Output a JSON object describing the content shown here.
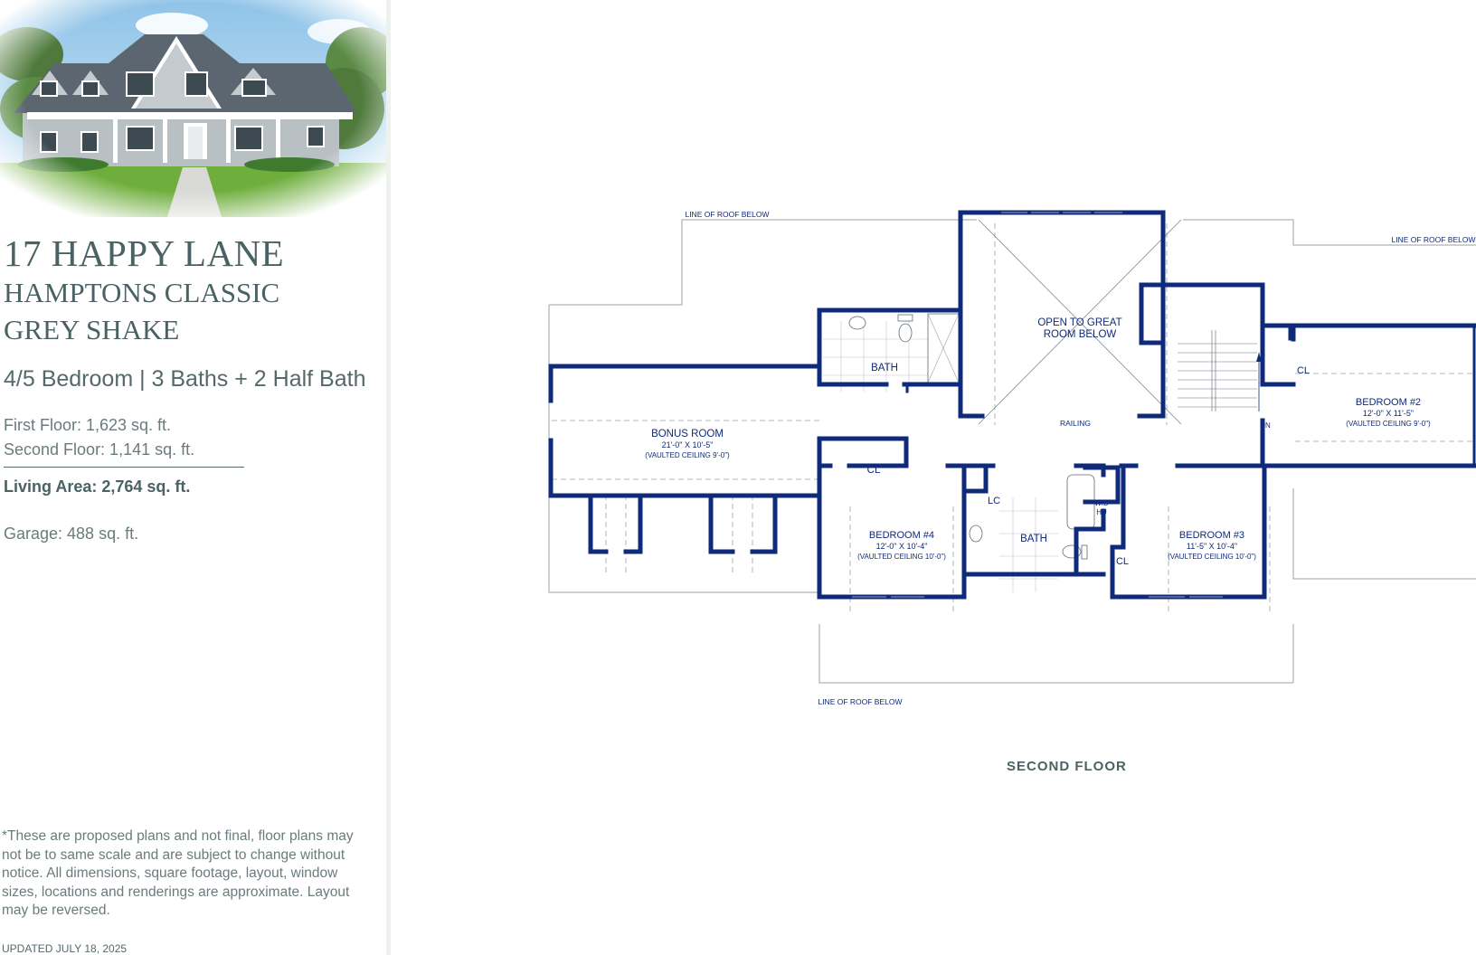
{
  "address": "17 HAPPY LANE",
  "model_line1": "HAMPTONS CLASSIC",
  "model_line2": "GREY SHAKE",
  "bedrooms_baths": "4/5 Bedroom | 3 Baths + 2 Half Bath",
  "first_floor": "First Floor: 1,623 sq. ft.",
  "second_floor": "Second Floor: 1,141 sq. ft.",
  "living_area": "Living Area: 2,764 sq. ft.",
  "garage": "Garage: 488 sq. ft.",
  "disclaimer": "*These are proposed plans and not final, floor plans may not be to same scale and are subject to change without notice. All dimensions, square footage, layout, window sizes, locations and renderings are approximate. Layout may be reversed.",
  "updated": "UPDATED JULY 18, 2025",
  "floor_title": "SECOND FLOOR",
  "plan_labels": {
    "roof_top": "LINE OF ROOF BELOW",
    "roof_right": "LINE OF ROOF BELOW",
    "roof_bottom": "LINE OF ROOF BELOW",
    "open_great_1": "OPEN TO GREAT",
    "open_great_2": "ROOM BELOW",
    "railing": "RAILING",
    "bath_top": "BATH",
    "bonus_name": "BONUS ROOM",
    "bonus_dim": "21'-0\" X 10'-5\"",
    "bonus_ceiling": "(VAULTED CEILING 9'-0\")",
    "cl_bonus": "CL",
    "bed4_name": "BEDROOM #4",
    "bed4_dim": "12'-0\" X 10'-4\"",
    "bed4_ceiling": "(VAULTED CEILING 10'-0\")",
    "lc": "LC",
    "bath_mid": "BATH",
    "wd_1": "W/D",
    "wd_2": "HU",
    "cl_mid": "CL",
    "bed3_name": "BEDROOM #3",
    "bed3_dim": "11'-5\" X 10'-4\"",
    "bed3_ceiling": "(VAULTED CEILING 10'-0\")",
    "cl_bed2": "CL",
    "bed2_name": "BEDROOM #2",
    "bed2_dim": "12'-0\" X 11'-5\"",
    "bed2_ceiling": "(VAULTED CEILING 9'-0\")",
    "dn": "DN"
  },
  "colors": {
    "wall": "#0f2a7a",
    "heading": "#4a6264",
    "body_text": "#6a7b7d"
  }
}
